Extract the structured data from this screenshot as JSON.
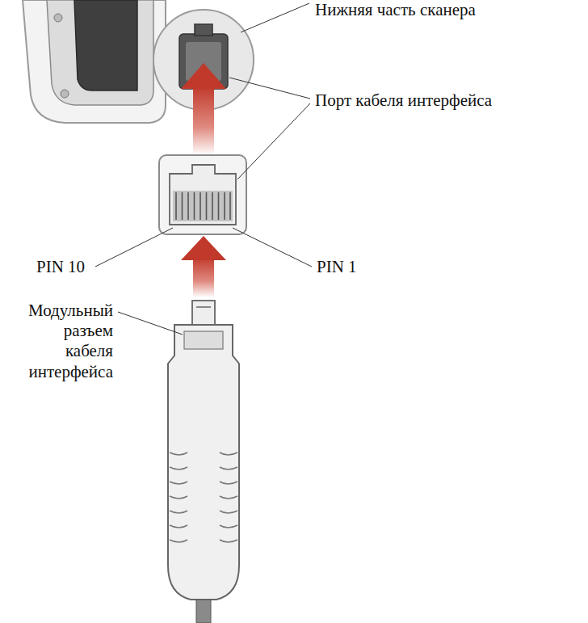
{
  "diagram": {
    "labels": [
      "Нижняя часть сканера",
      "Порт кабеля интерфейса",
      "PIN 10",
      "PIN 1",
      "Модульный разъем кабеля интерфейса"
    ]
  }
}
